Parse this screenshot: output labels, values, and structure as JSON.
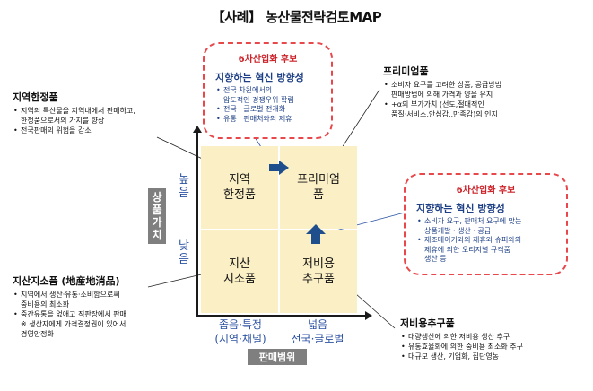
{
  "title": "【사례】 농산물전략검토MAP",
  "axes": {
    "y_label": "상품가치",
    "x_label": "판매범위",
    "y_high": "높음",
    "y_low": "낮음",
    "x_narrow": "좁음·특정\n(지역·채널)",
    "x_wide": "넓음\n전국·글로벌"
  },
  "quadrants": {
    "top_left": "지역\n한정품",
    "top_right": "프리미엄\n품",
    "bottom_left": "지산\n지소품",
    "bottom_right": "저비용\n추구품"
  },
  "blocks": {
    "local_limited": {
      "title": "지역한정품",
      "items": [
        "지역의 특산물을 지역내에서 판매하고,\n한정품으로서의 가치를 향상",
        "전국판매의 위험을 감소"
      ]
    },
    "premium": {
      "title": "프리미엄품",
      "items": [
        "소비자 요구를 고려한 상품, 공급방법\n판매방법에 의해 가격과 양을 유지",
        "+α의 부가가치 (선도,절대적인\n품질·서비스,안심감,,만족감)의 인지"
      ]
    },
    "local_food": {
      "title": "지산지소품 (地産地消品)",
      "items": [
        "지역에서 생산·유통·소비함으로써\n중비용의 최소화",
        "중간유통을 없애고 직판장에서 판매"
      ],
      "note": "※ 생산자에게 가격결정권이 있어서\n경영안정화"
    },
    "low_cost": {
      "title": "저비용추구품",
      "items": [
        "대량생산에 의한 저비용 생산 추구",
        "유통효율화에 의한 중비용 최소화 추구",
        "대규모 생산, 기업화, 집단영농"
      ]
    }
  },
  "candidates": {
    "top": {
      "label": "6차산업화 후보",
      "subtitle": "지향하는 혁신 방향성",
      "items": [
        "전국 차원에서의\n압도적인 경쟁우위 확립",
        "전국 · 글로벌 전개화",
        "유통 · 판매처와의 제휴"
      ]
    },
    "right": {
      "label": "6차산업화 후보",
      "subtitle": "지향하는 혁신 방향성",
      "items": [
        "소비자 요구, 판매처 요구에 맞는\n상품개발 · 생산 · 공급",
        "제조메이커와의 제휴와 슈퍼와의\n제휴에 의한 오리지널 규격품\n생산 등"
      ]
    }
  },
  "colors": {
    "quadrant_fill": "#fbefc6",
    "accent_blue": "#2d53a3",
    "arrow_blue": "#1f4e8c",
    "dash_red": "#e8484b",
    "candidate_label_red": "#cc2127",
    "axis_box_gray": "#7f7f7f"
  }
}
